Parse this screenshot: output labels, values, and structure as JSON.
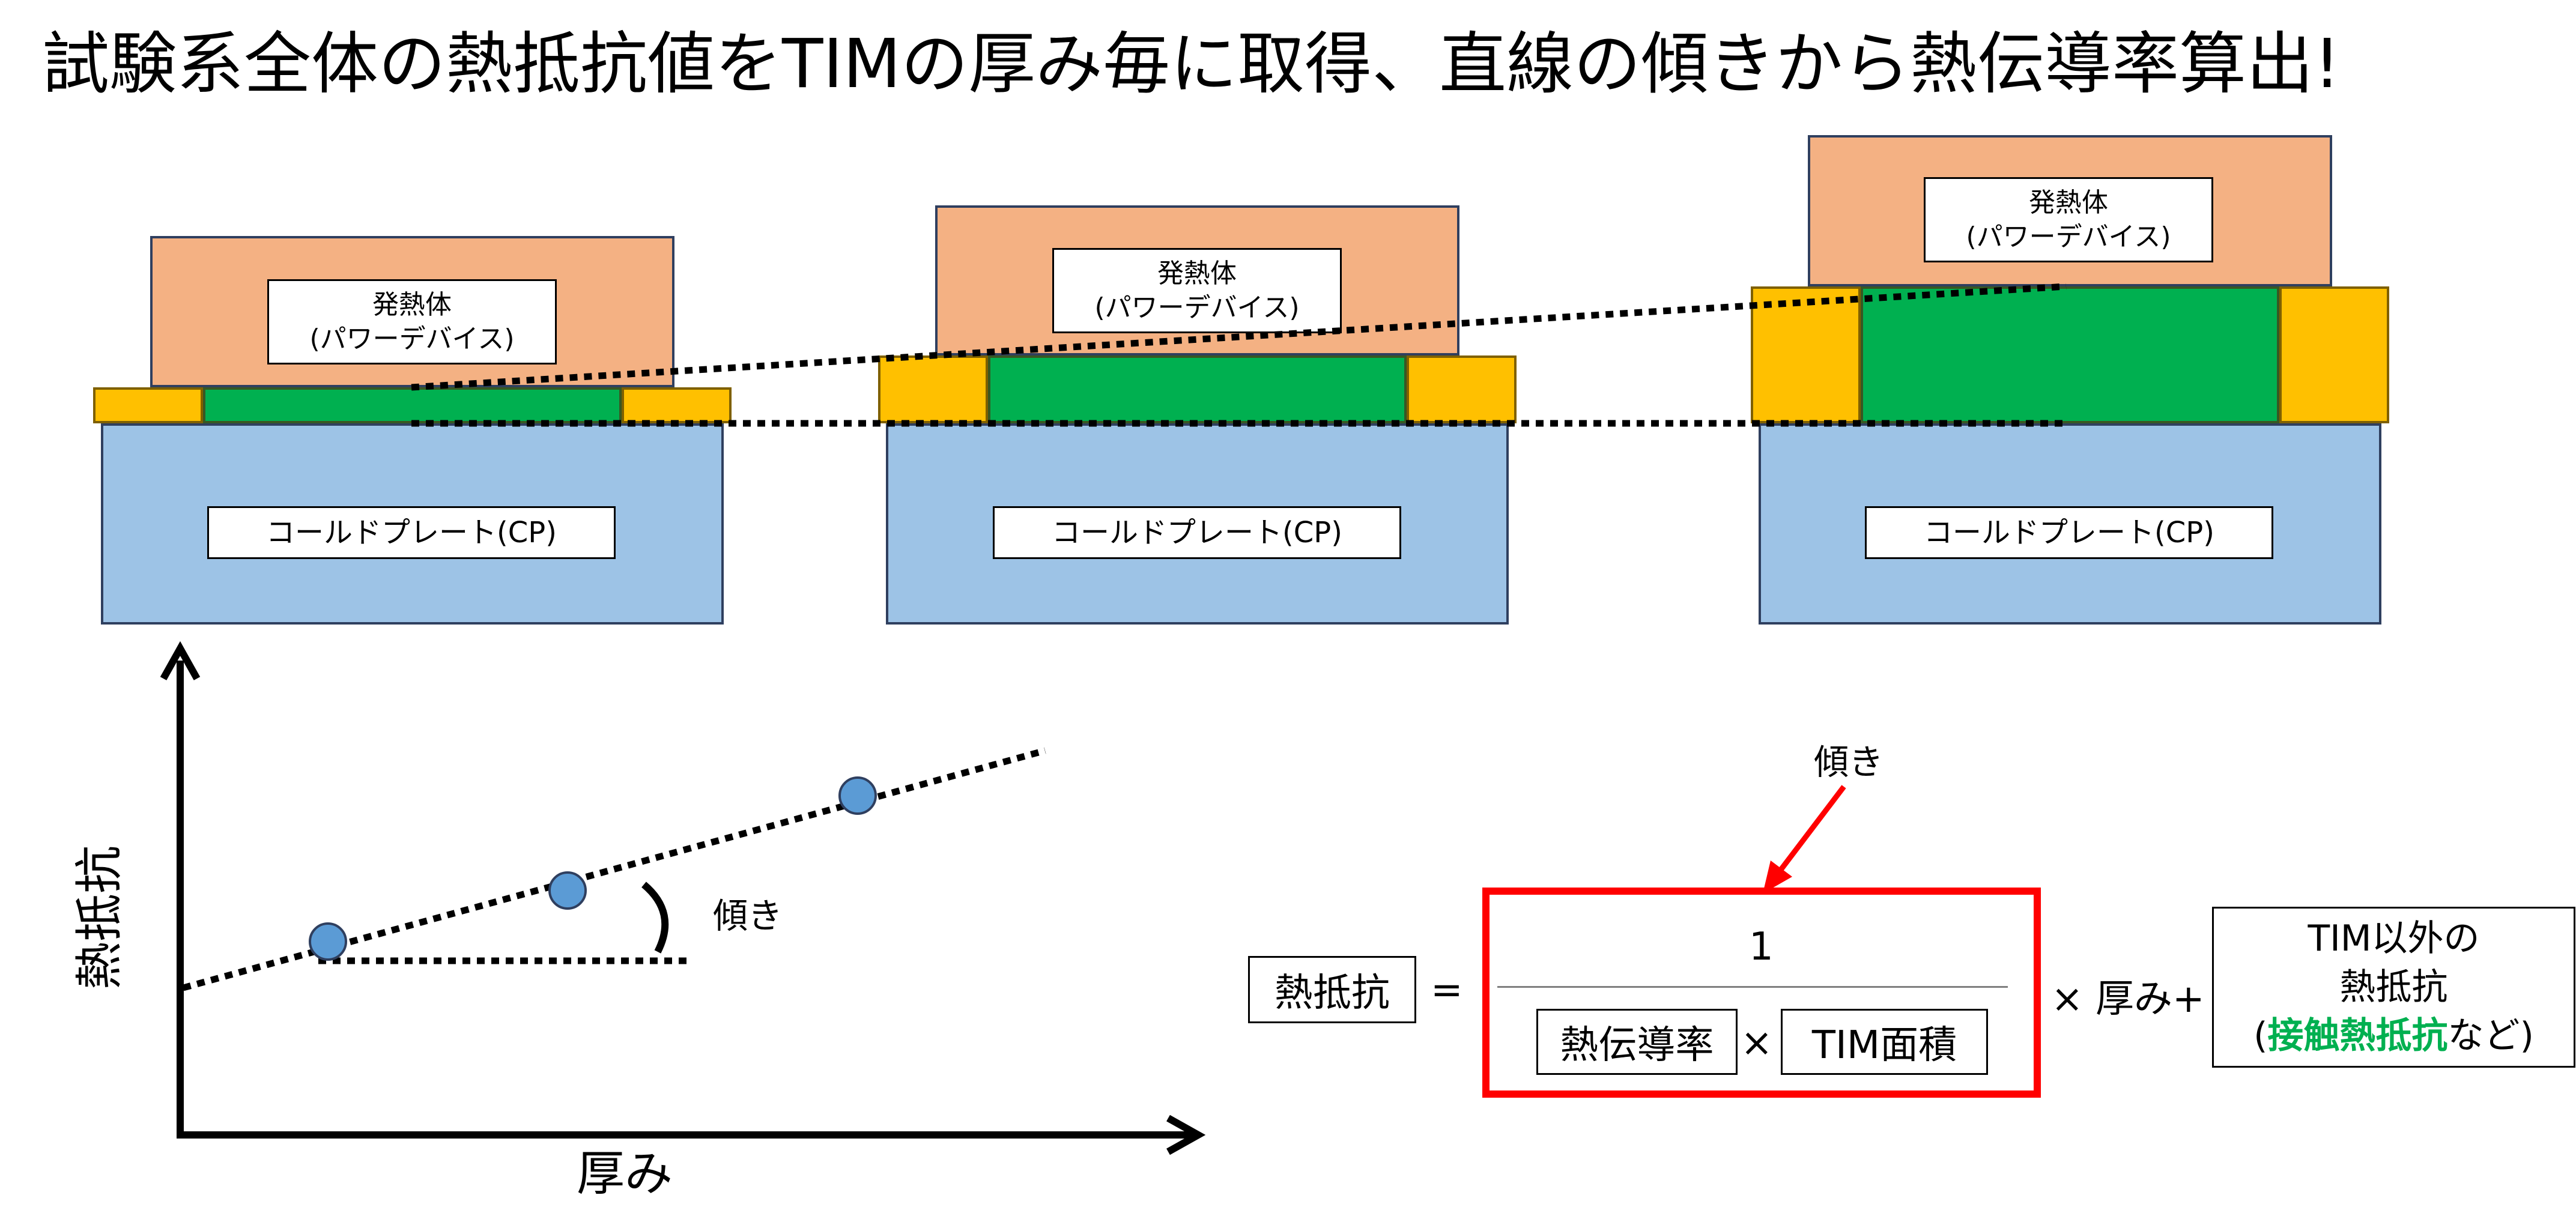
{
  "title": "試験系全体の熱抵抗値をTIMの厚み毎に取得、直線の傾きから熱伝導率算出!",
  "stacks": [
    {
      "heater_label_line1": "発熱体",
      "heater_label_line2": "(パワーデバイス)",
      "plate_label": "コールドプレート(CP)"
    },
    {
      "heater_label_line1": "発熱体",
      "heater_label_line2": "(パワーデバイス)",
      "plate_label": "コールドプレート(CP)"
    },
    {
      "heater_label_line1": "発熱体",
      "heater_label_line2": "(パワーデバイス)",
      "plate_label": "コールドプレート(CP)"
    }
  ],
  "graph": {
    "y_axis_label": "熱抵抗",
    "x_axis_label": "厚み",
    "slope_label": "傾き",
    "point_color": "#5b9bd5"
  },
  "equation": {
    "lhs": "熱抵抗",
    "equals": "=",
    "slope_pointer": "傾き",
    "numerator": "1",
    "denominator_left": "熱伝導率",
    "times": "×",
    "denominator_right": "TIM面積",
    "times_thickness": "× 厚み+",
    "other_line1": "TIM以外の",
    "other_line2": "熱抵抗",
    "other_paren_open": "(",
    "other_highlight": "接触熱抵抗",
    "other_tail": "など)"
  },
  "colors": {
    "heater": "#f4b183",
    "cold_plate": "#9dc3e6",
    "spacer": "#ffc000",
    "tim": "#00b050",
    "highlight_frame": "#ff0000"
  }
}
